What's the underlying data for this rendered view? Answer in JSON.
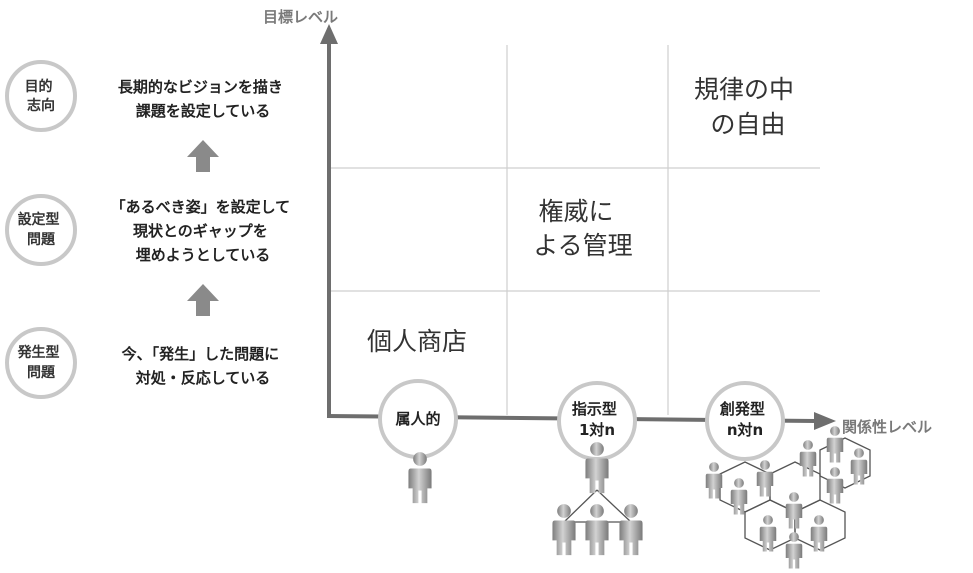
{
  "y_axis_label": "目標レベル",
  "x_axis_label": "関係性レベル",
  "levels": [
    {
      "circle": [
        "目的",
        "志向"
      ],
      "description": [
        "長期的なビジョンを描き",
        "課題を設定している"
      ]
    },
    {
      "circle": [
        "設定型",
        "問題"
      ],
      "description": [
        "「あるべき姿」を設定して",
        "現状とのギャップを",
        "埋めようとしている"
      ]
    },
    {
      "circle": [
        "発生型",
        "問題"
      ],
      "description": [
        "今、「発生」した問題に",
        "対処・反応している"
      ]
    }
  ],
  "cells": {
    "top_right": [
      "規律の中",
      "の自由"
    ],
    "middle_center": [
      "権威に",
      "よる管理"
    ],
    "bottom_left": [
      "個人商店"
    ]
  },
  "x_categories": [
    {
      "lines": [
        "属人的"
      ]
    },
    {
      "lines": [
        "指示型",
        "1対n"
      ]
    },
    {
      "lines": [
        "創発型",
        "n対n"
      ]
    }
  ],
  "colors": {
    "axis": "#6e6e6e",
    "grid": "#cfcfcf",
    "circle_border": "#c8c8c8",
    "circle_fill": "#ffffff",
    "up_arrow": "#8a8a8a",
    "person": "#9a9a9a"
  }
}
